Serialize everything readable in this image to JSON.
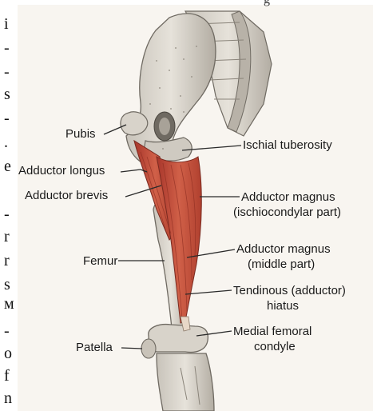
{
  "left_strip": [
    "i",
    "-",
    "-",
    "s",
    "-",
    ".",
    "e",
    "-",
    "r",
    "r",
    "s",
    "м",
    "-",
    "o",
    "f",
    "n"
  ],
  "top_partial_text": "g",
  "labels": {
    "pubis": "Pubis",
    "adductor_longus": "Adductor longus",
    "adductor_brevis": "Adductor brevis",
    "femur": "Femur",
    "patella": "Patella",
    "ischial_tuberosity": "Ischial tuberosity",
    "adductor_magnus_ischio_line1": "Adductor magnus",
    "adductor_magnus_ischio_line2": "(ischiocondylar part)",
    "adductor_magnus_middle_line1": "Adductor magnus",
    "adductor_magnus_middle_line2": "(middle part)",
    "tendinous_hiatus_line1": "Tendinous (adductor)",
    "tendinous_hiatus_line2": "hiatus",
    "medial_condyle_line1": "Medial femoral",
    "medial_condyle_line2": "condyle"
  },
  "colors": {
    "bone": "#dcd8d0",
    "bone_shadow": "#9c978e",
    "muscle": "#c0483a",
    "muscle_light": "#e08a70",
    "line": "#2a2a2a"
  }
}
